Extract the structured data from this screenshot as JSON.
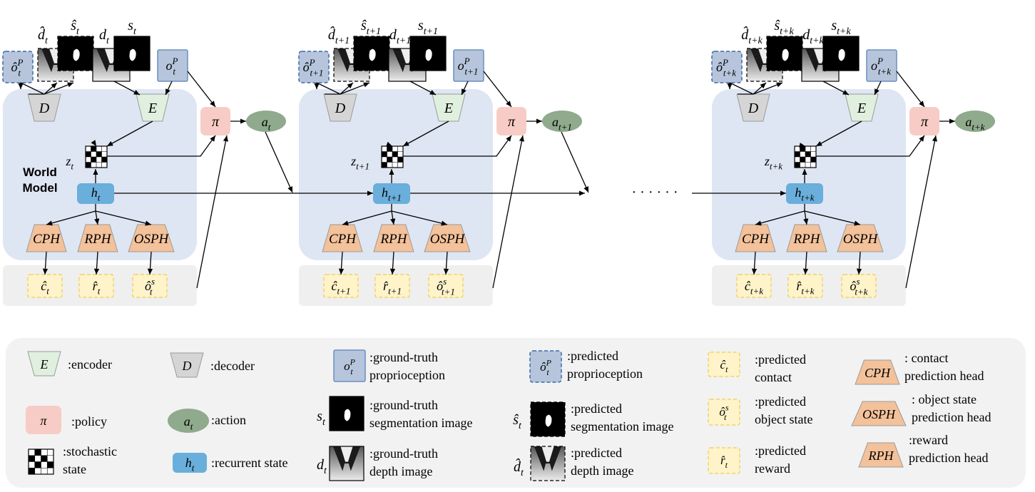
{
  "world_model_label": [
    "World",
    "Model"
  ],
  "ellipsis": "· · · · · ·",
  "steps": [
    {
      "id": "t",
      "d_hat": "d̂_t",
      "s_hat": "ŝ_t",
      "d": "d_t",
      "s": "s_t",
      "o_hat": "ô^P_t",
      "o": "o^P_t",
      "z": "z_t",
      "h": "h_t",
      "a": "a_t",
      "c": "ĉ_t",
      "r": "r̂_t",
      "os": "ô^s_t"
    },
    {
      "id": "t+1",
      "d_hat": "d̂_{t+1}",
      "s_hat": "ŝ_{t+1}",
      "d": "d_{t+1}",
      "s": "s_{t+1}",
      "o_hat": "ô^P_{t+1}",
      "o": "o^P_{t+1}",
      "z": "z_{t+1}",
      "h": "h_{t+1}",
      "a": "a_{t+1}",
      "c": "ĉ_{t+1}",
      "r": "r̂_{t+1}",
      "os": "ô^s_{t+1}"
    },
    {
      "id": "t+k",
      "d_hat": "d̂_{t+k}",
      "s_hat": "ŝ_{t+k}",
      "d": "d_{t+k}",
      "s": "s_{t+k}",
      "o_hat": "ô^P_{t+k}",
      "o": "o^P_{t+k}",
      "z": "z_{t+k}",
      "h": "h_{t+k}",
      "a": "a_{t+k}",
      "c": "ĉ_{t+k}",
      "r": "r̂_{t+k}",
      "os": "ô^s_{t+k}"
    }
  ],
  "module_labels": {
    "encoder": "E",
    "decoder": "D",
    "policy": "π",
    "cph": "CPH",
    "rph": "RPH",
    "osph": "OSPH"
  },
  "legend": {
    "encoder": ":encoder",
    "decoder": ":decoder",
    "gt_proprio": [
      ":ground-truth",
      "proprioception"
    ],
    "pred_proprio": [
      ":predicted",
      "proprioception"
    ],
    "pred_contact": [
      ":predicted",
      "contact"
    ],
    "cph": [
      ": contact",
      "prediction head"
    ],
    "policy": ":policy",
    "action": ":action",
    "gt_seg": [
      ":ground-truth",
      "segmentation image"
    ],
    "pred_seg": [
      ":predicted",
      "segmentation image"
    ],
    "pred_obj": [
      ":predicted",
      "object state"
    ],
    "osph": [
      ": object state",
      "prediction head"
    ],
    "stoch": [
      ":stochastic",
      "state"
    ],
    "recurrent": ":recurrent state",
    "gt_depth": [
      ":ground-truth",
      "depth image"
    ],
    "pred_depth": [
      ":predicted",
      "depth image"
    ],
    "pred_reward": [
      ":predicted",
      "reward"
    ],
    "rph": [
      ":reward",
      "prediction head"
    ]
  },
  "colors": {
    "world_model_bg": "#dfe6f3",
    "output_bg": "#efefef",
    "legend_bg": "#f2f2f2",
    "encoder": "#dff0de",
    "decoder": "#d5d5d5",
    "proprio": "#b6c5dc",
    "policy": "#f8ccc6",
    "action": "#8faa8c",
    "heads": "#f3c19a",
    "recurrent": "#6aaedb",
    "predicted": "#fef3c9"
  }
}
